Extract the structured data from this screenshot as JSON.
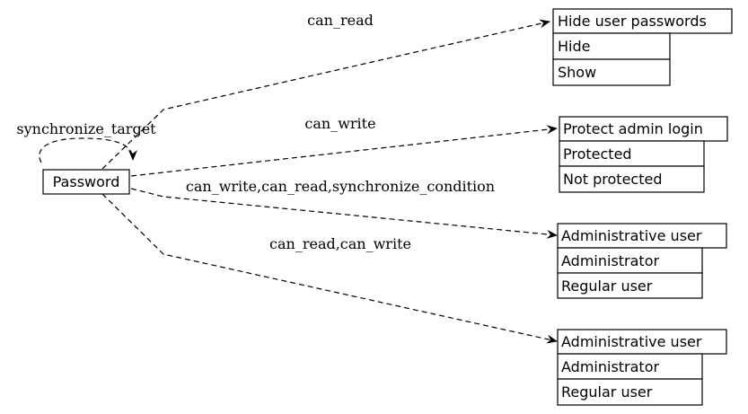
{
  "diagram": {
    "source": {
      "label": "Password"
    },
    "self_loop": {
      "label": "synchronize_target"
    },
    "targets": [
      {
        "title": "Hide user passwords",
        "options": [
          "Hide",
          "Show"
        ],
        "edge_label": "can_read"
      },
      {
        "title": "Protect admin login",
        "options": [
          "Protected",
          "Not protected"
        ],
        "edge_label": "can_write"
      },
      {
        "title": "Administrative user",
        "options": [
          "Administrator",
          "Regular user"
        ],
        "edge_label": "can_write,can_read,synchronize_condition"
      },
      {
        "title": "Administrative user",
        "options": [
          "Administrator",
          "Regular user"
        ],
        "edge_label": "can_read,can_write"
      }
    ]
  }
}
